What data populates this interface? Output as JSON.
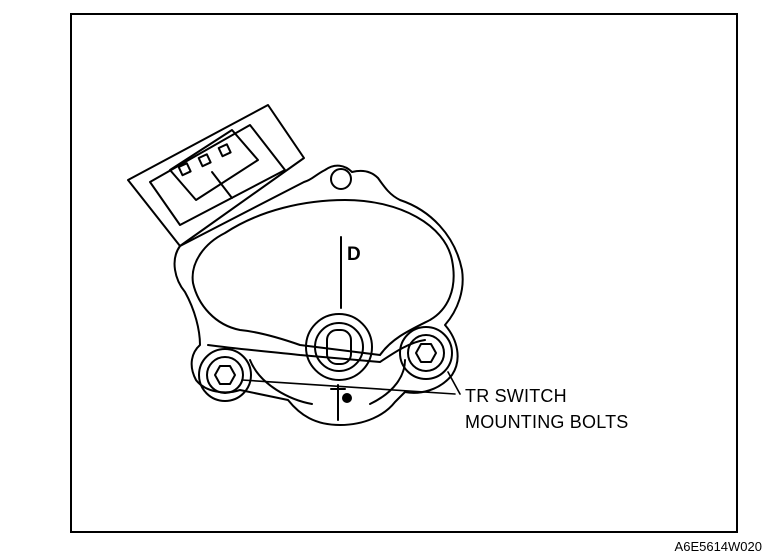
{
  "figure": {
    "callout_line1": "TR SWITCH",
    "callout_line2": "MOUNTING BOLTS",
    "position_marker": "D",
    "figure_code": "A6E5614W020"
  },
  "colors": {
    "line": "#000000",
    "background": "#ffffff"
  }
}
